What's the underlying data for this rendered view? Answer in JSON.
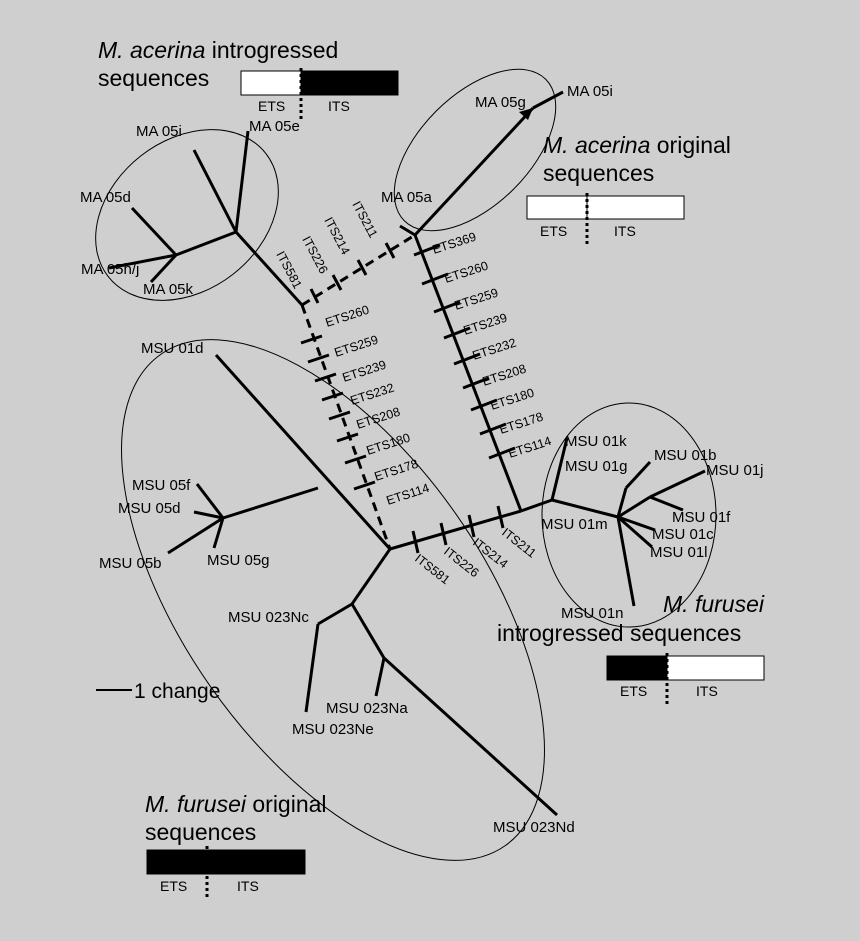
{
  "colors": {
    "background": "#cfcfcf",
    "ink": "#000000",
    "blank": "#ffffff"
  },
  "legends": {
    "acerina_introgressed": {
      "species": "M. acerina",
      "line1_rest": " introgressed",
      "line2": "sequences",
      "left": "ETS",
      "right": "ITS",
      "left_fill": "white",
      "right_fill": "black"
    },
    "acerina_original": {
      "species": "M. acerina",
      "line1_rest": " original",
      "line2": "sequences",
      "left": "ETS",
      "right": "ITS",
      "left_fill": "white",
      "right_fill": "white"
    },
    "furusei_introgressed": {
      "species": "M. furusei",
      "line1_rest": "",
      "line2": "introgressed sequences",
      "left": "ETS",
      "right": "ITS",
      "left_fill": "black",
      "right_fill": "white"
    },
    "furusei_original": {
      "species": "M. furusei",
      "line1_rest": " original",
      "line2": "sequences",
      "left": "ETS",
      "right": "ITS",
      "left_fill": "black",
      "right_fill": "black"
    }
  },
  "scale": {
    "label": "1 change"
  },
  "taxa": {
    "ma05i": "MA 05i",
    "ma05e": "MA 05e",
    "ma05d": "MA 05d",
    "ma05hj": "MA 05h/j",
    "ma05k": "MA 05k",
    "ma05g": "MA 05g",
    "ma05i_right": "MA 05i",
    "ma05a": "MA 05a",
    "msu01d": "MSU 01d",
    "msu05f": "MSU 05f",
    "msu05d": "MSU 05d",
    "msu05b": "MSU 05b",
    "msu05g": "MSU 05g",
    "msu023nc": "MSU 023Nc",
    "msu023na": "MSU 023Na",
    "msu023ne": "MSU 023Ne",
    "msu023nd": "MSU 023Nd",
    "msu01k": "MSU 01k",
    "msu01g": "MSU 01g",
    "msu01b": "MSU 01b",
    "msu01j": "MSU 01j",
    "msu01m": "MSU 01m",
    "msu01f": "MSU 01f",
    "msu01c": "MSU 01c",
    "msu01l": "MSU 01l",
    "msu01n": "MSU 01n"
  },
  "mutations": {
    "dashed_its": [
      "ITS581",
      "ITS226",
      "ITS214",
      "ITS211"
    ],
    "dashed_ets": [
      "ETS260",
      "ETS259",
      "ETS239",
      "ETS232",
      "ETS208",
      "ETS180",
      "ETS178",
      "ETS114"
    ],
    "solid_ets": [
      "ETS369",
      "ETS260",
      "ETS259",
      "ETS239",
      "ETS232",
      "ETS208",
      "ETS180",
      "ETS178",
      "ETS114"
    ],
    "bottom_its": [
      "ITS581",
      "ITS226",
      "ITS214",
      "ITS211"
    ]
  }
}
